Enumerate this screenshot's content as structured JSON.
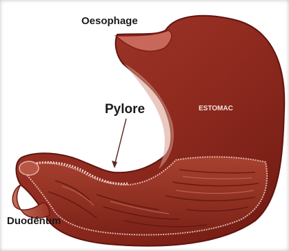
{
  "labels": {
    "oesophage": "Oesophage",
    "pylore": "Pylore",
    "estomac": "ESTOMAC",
    "duodenum": "Duodénum"
  },
  "colors": {
    "muscle_dark": "#7a1e16",
    "muscle_mid": "#9c3326",
    "mucosa": "#b24a3c",
    "highlight": "#e3b7ad",
    "label": "#1a1a1a",
    "inner_label": "#f3e2dc"
  }
}
